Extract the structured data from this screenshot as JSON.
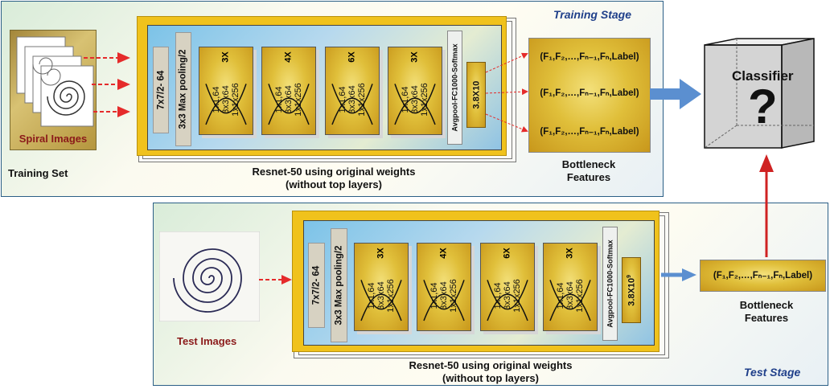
{
  "training": {
    "stage_label": "Training Stage",
    "set_label": "Training Set",
    "images_label": "Spiral Images",
    "conv_label": "7x7/2- 64",
    "pool_label": "3x3 Max pooling/2",
    "blocks": [
      {
        "rep": "3X",
        "lines": [
          "1x1,64",
          "3x3x64",
          "1x1x256"
        ]
      },
      {
        "rep": "4X",
        "lines": [
          "1x1,64",
          "3x3x64",
          "1x1x256"
        ]
      },
      {
        "rep": "6X",
        "lines": [
          "1x1,64",
          "3x3x64",
          "1x1x256"
        ]
      },
      {
        "rep": "3X",
        "lines": [
          "1x1,64",
          "3x3x64",
          "1x1x256"
        ]
      }
    ],
    "fc_label": "Avgpool-FC1000-Softmax",
    "out_label": "3.8X10",
    "features": [
      "(F₁,F₂,…,Fₙ₋₁,Fₙ,Label)",
      "(F₁,F₂,…,Fₙ₋₁,Fₙ,Label)",
      "(F₁,F₂,…,Fₙ₋₁,Fₙ,Label)"
    ],
    "bottleneck_line1": "Bottleneck",
    "bottleneck_line2": "Features",
    "resnet_line1": "Resnet-50 using original weights",
    "resnet_line2": "(without top layers)"
  },
  "classifier": {
    "label": "Classifier",
    "symbol": "?"
  },
  "test": {
    "stage_label": "Test Stage",
    "images_label": "Test Images",
    "conv_label": "7x7/2- 64",
    "pool_label": "3x3 Max pooling/2",
    "blocks": [
      {
        "rep": "3X",
        "lines": [
          "1x1,64",
          "3x3x64",
          "1x1x256"
        ]
      },
      {
        "rep": "4X",
        "lines": [
          "1x1,64",
          "3x3x64",
          "1x1x256"
        ]
      },
      {
        "rep": "6X",
        "lines": [
          "1x1,64",
          "3x3x64",
          "1x1x256"
        ]
      },
      {
        "rep": "3X",
        "lines": [
          "1x1,64",
          "3x3x64",
          "1x1x256"
        ]
      }
    ],
    "fc_label": "Avgpool-FC1000-Softmax",
    "out_label": "3.8X10",
    "out_exp": "9",
    "feature": "(F₁,F₂,…,Fₙ₋₁,Fₙ,Label)",
    "bottleneck_line1": "Bottleneck",
    "bottleneck_line2": "Features",
    "resnet_line1": "Resnet-50 using original weights",
    "resnet_line2": "(without top layers)"
  },
  "colors": {
    "arrow_red": "#e52b2b",
    "arrow_blue": "#5b8fd0",
    "stage_title": "#1f3f8a",
    "images_label": "#8b1a1a"
  }
}
